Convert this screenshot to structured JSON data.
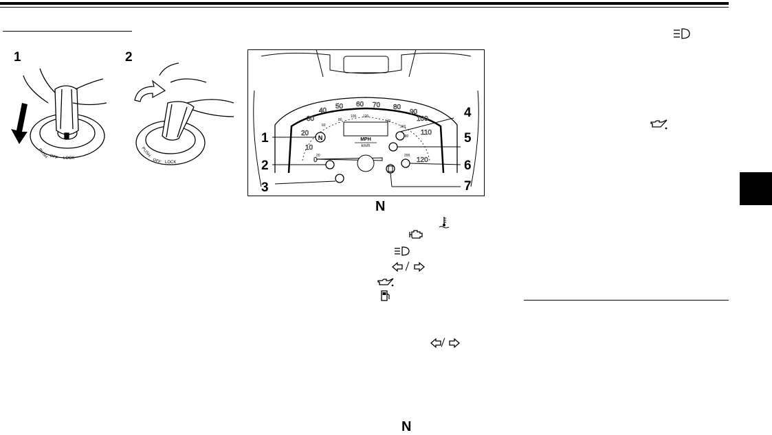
{
  "key_figure": {
    "step_numbers": [
      "1",
      "2"
    ],
    "labels": {
      "lock": "LOCK",
      "push": "PUSH",
      "off": "OFF"
    }
  },
  "meter_figure": {
    "callouts": [
      "1",
      "2",
      "3",
      "4",
      "5",
      "6",
      "7"
    ],
    "display": {
      "unit_main": "MPH",
      "unit_sub": "km/h"
    },
    "speed_scale_mph": [
      "0",
      "10",
      "20",
      "30",
      "40",
      "50",
      "60",
      "70",
      "80",
      "90",
      "100",
      "110",
      "120"
    ],
    "speed_scale_kmh": [
      "20",
      "40",
      "60",
      "80",
      "100",
      "120",
      "140",
      "160",
      "180",
      "200"
    ],
    "indicator_letter": "N"
  },
  "text_symbols": {
    "neutral_letter": "N",
    "neutral_letter_bottom": "N"
  },
  "icons": [
    "high-beam-icon",
    "oil-pressure-icon",
    "coolant-temperature-icon",
    "engine-trouble-icon",
    "turn-left-icon",
    "turn-right-icon",
    "fuel-level-icon"
  ],
  "colors": {
    "ink": "#000000",
    "side_tab": "#000000",
    "paper": "#ffffff"
  }
}
